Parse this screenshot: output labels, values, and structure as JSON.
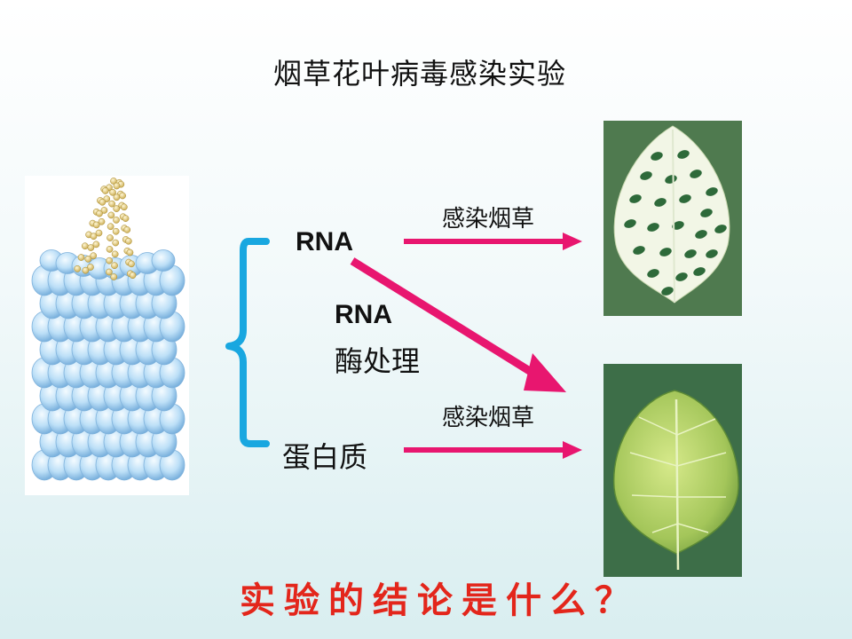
{
  "slide": {
    "title": "烟草花叶病毒感染实验",
    "rna_label": "RNA",
    "enzyme_label_line1": "RNA",
    "enzyme_label_line2": "酶处理",
    "protein_label": "蛋白质",
    "infect_top": "感染烟草",
    "infect_bottom": "感染烟草",
    "question": "实验的结论是什么？"
  },
  "colors": {
    "arrow": "#e8166f",
    "bracket": "#19a7e0",
    "question": "#e3261b",
    "capsid": "#a9d4f4",
    "rna_helix": "#e6cf7a"
  },
  "icons": {
    "virus": "tobacco-mosaic-virus-illustration",
    "leaf_top": "mosaic-infected-leaf",
    "leaf_bottom": "healthy-leaf"
  }
}
